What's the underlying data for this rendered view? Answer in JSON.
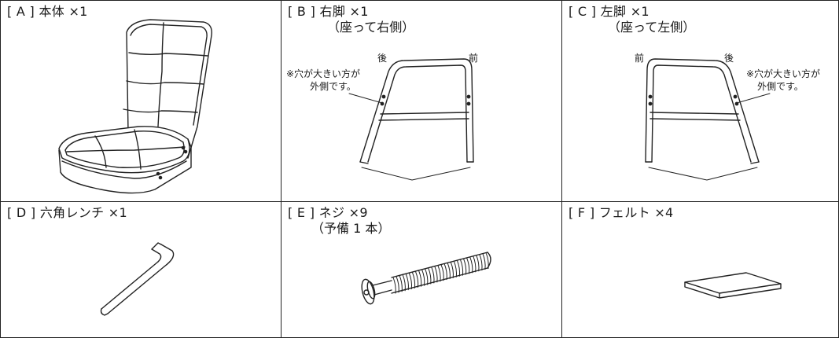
{
  "parts": {
    "a": {
      "label": "[ A ] 本体 ×1"
    },
    "b": {
      "label": "[ B ] 右脚 ×1",
      "sub": "（座って右側）",
      "back": "後",
      "front": "前",
      "note_line1": "※穴が大きい方が",
      "note_line2": "外側です。"
    },
    "c": {
      "label": "[ C ] 左脚 ×1",
      "sub": "（座って左側）",
      "back": "後",
      "front": "前",
      "note_line1": "※穴が大きい方が",
      "note_line2": "外側です。"
    },
    "d": {
      "label": "[ D ] 六角レンチ ×1"
    },
    "e": {
      "label": "[ E ] ネジ ×9",
      "sub": "（予備 1 本）"
    },
    "f": {
      "label": "[ F ] フェルト ×4"
    }
  },
  "icons": [
    "floor-chair-icon",
    "right-leg-frame-icon",
    "left-leg-frame-icon",
    "hex-wrench-icon",
    "screw-icon",
    "felt-pad-icon"
  ]
}
